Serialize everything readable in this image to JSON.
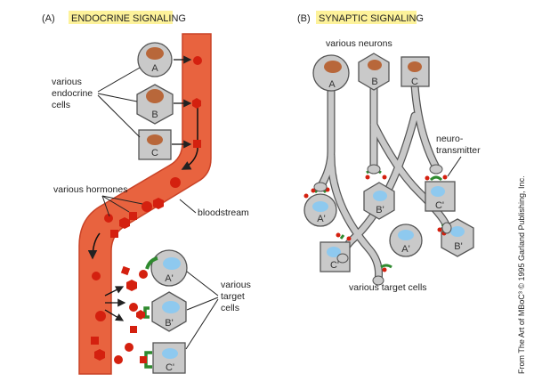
{
  "panel_a": {
    "letter": "(A)",
    "title": "ENDOCRINE SIGNALING",
    "label_endocrine_1": "various",
    "label_endocrine_2": "endocrine",
    "label_endocrine_3": "cells",
    "label_hormones": "various hormones",
    "label_bloodstream": "bloodstream",
    "label_target_1": "various",
    "label_target_2": "target",
    "label_target_3": "cells",
    "cells": [
      "A",
      "B",
      "C"
    ],
    "targets": [
      "A'",
      "B'",
      "C'"
    ]
  },
  "panel_b": {
    "letter": "(B)",
    "title": "SYNAPTIC SIGNALING",
    "label_neurons": "various neurons",
    "label_nt_1": "neuro-",
    "label_nt_2": "transmitter",
    "label_targets": "various target cells",
    "neurons": [
      "A",
      "B",
      "C"
    ],
    "targets": [
      "A'",
      "B'",
      "C'",
      "C'",
      "A'",
      "B'"
    ]
  },
  "credit": "From The Art of MBoC³ © 1995 Garland Publishing, Inc.",
  "colors": {
    "title_highlight": "#fdf29a",
    "blood": "#e8633f",
    "blood_dark": "#c94226",
    "hormone": "#d4200f",
    "cell_fill": "#c9c9c9",
    "cell_stroke": "#555555",
    "nucleus_brown": "#b8673a",
    "nucleus_blue": "#8ec9ef",
    "receptor": "#2f8a2f"
  }
}
